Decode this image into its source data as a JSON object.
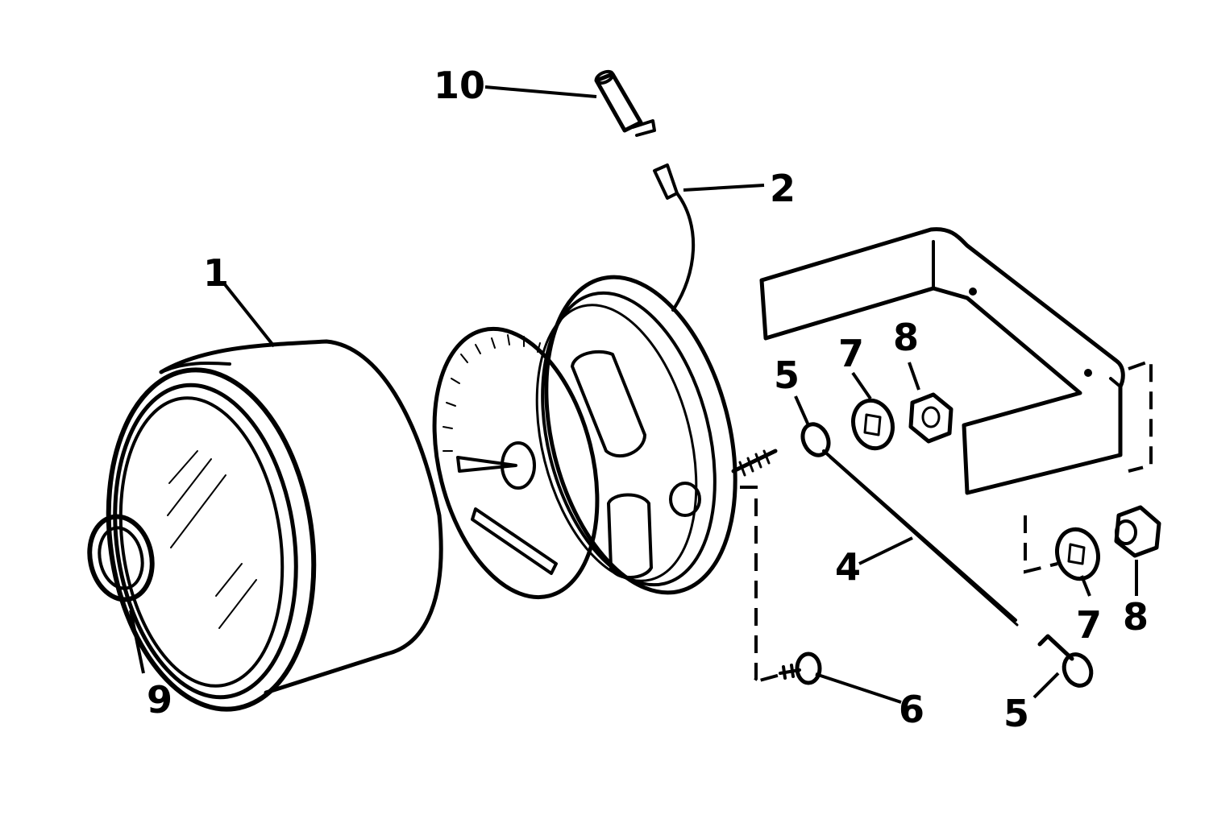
{
  "callouts": {
    "c1": "1",
    "c2": "2",
    "c4": "4",
    "c5a": "5",
    "c5b": "5",
    "c6": "6",
    "c7a": "7",
    "c7b": "7",
    "c8a": "8",
    "c8b": "8",
    "c9": "9",
    "c10": "10"
  },
  "colors": {
    "ink": "#000000",
    "paper": "#ffffff"
  }
}
